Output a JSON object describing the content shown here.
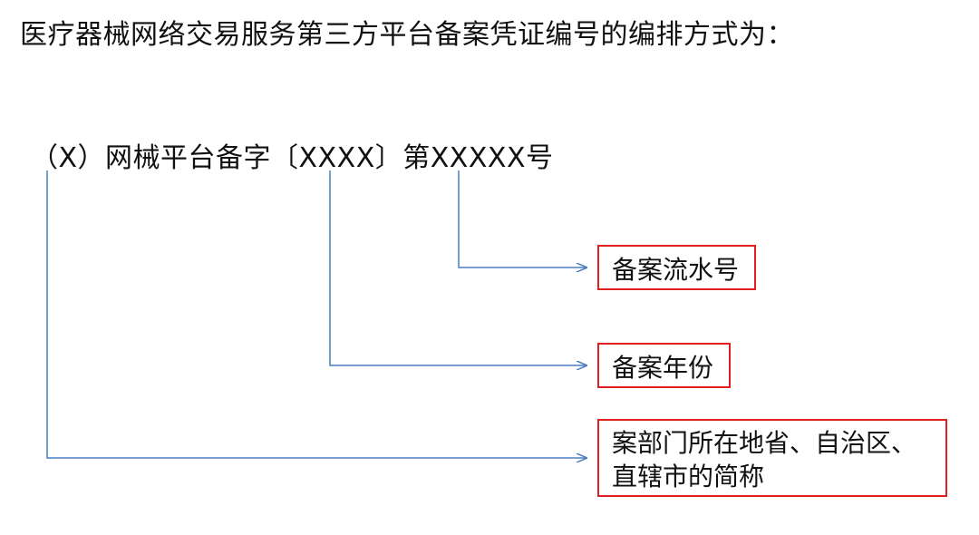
{
  "heading": "医疗器械网络交易服务第三方平台备案凭证编号的编排方式为：",
  "format_string": "（X）网械平台备字〔XXXX〕第XXXXX号",
  "labels": {
    "serial_number": "备案流水号",
    "filing_year": "备案年份",
    "region_abbreviation": "案部门所在地省、自治区、直辖市的简称"
  },
  "colors": {
    "connector": "#4a7fc1",
    "box_border": "#e01f1f",
    "text": "#111111"
  }
}
